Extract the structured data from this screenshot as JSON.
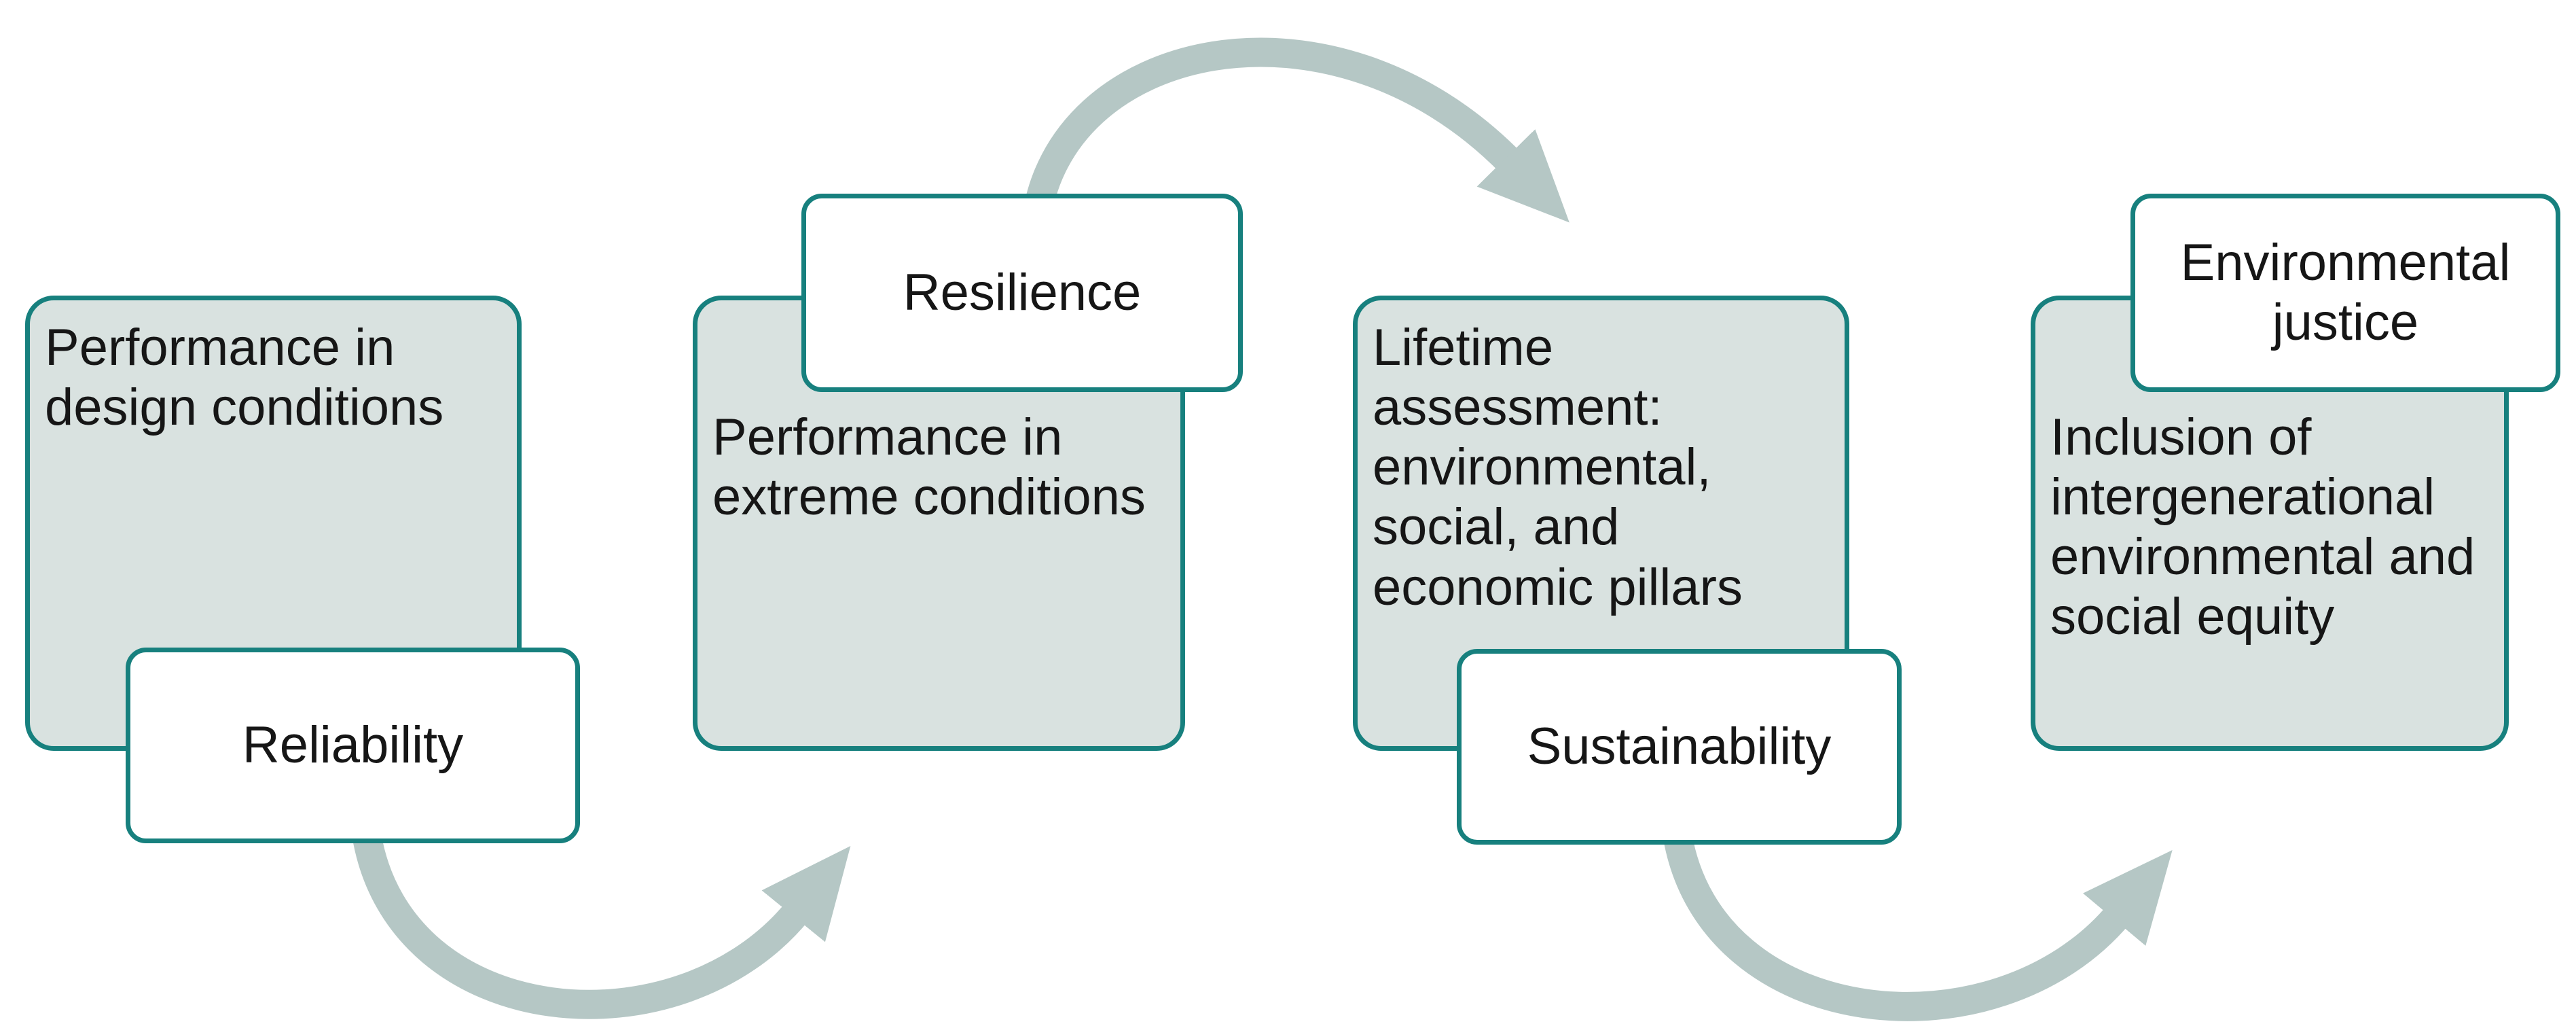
{
  "diagram_title": "",
  "groups": [
    {
      "label": "Reliability",
      "body": "Performance in\ndesign conditions",
      "label_position": "bottom-right-overlap"
    },
    {
      "label": "Resilience",
      "body": "Performance in\nextreme conditions",
      "label_position": "top-right-overlap"
    },
    {
      "label": "Sustainability",
      "body": "Lifetime\nassessment:\nenvironmental,\nsocial, and\neconomic pillars",
      "label_position": "bottom-right-overlap"
    },
    {
      "label": "Environmental justice",
      "body": "Inclusion of\nintergenerational\nenvironmental and\nsocial equity",
      "label_position": "top-right-overlap"
    }
  ],
  "arrows": [
    {
      "from": "Reliability",
      "to": "Resilience",
      "shape": "curved-under"
    },
    {
      "from": "Resilience",
      "to": "Sustainability",
      "shape": "curved-over"
    },
    {
      "from": "Sustainability",
      "to": "Environmental justice",
      "shape": "curved-under"
    }
  ],
  "colors": {
    "background": "#ffffff",
    "box_fill": "#d9e2e0",
    "box_border": "#17807e",
    "label_fill": "#ffffff",
    "arrow": "#b5c7c5",
    "text": "#161616"
  }
}
